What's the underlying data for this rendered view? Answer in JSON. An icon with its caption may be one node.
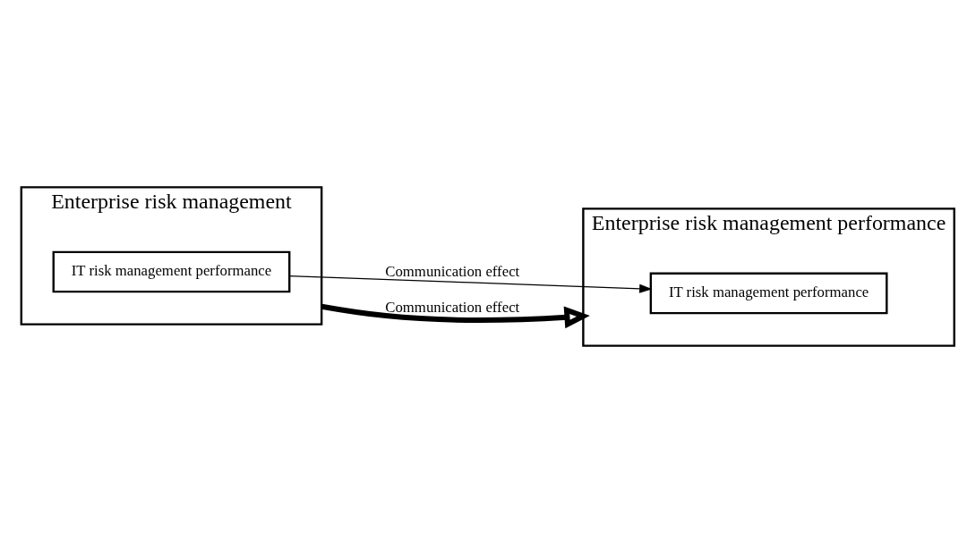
{
  "diagram": {
    "nodes": [
      {
        "text": [
          "Enterprise risk management"
        ]
      },
      {
        "text": [
          "IT risk management performance"
        ],
        "in": 0
      },
      {
        "text": [
          "Enterprise risk management performance"
        ]
      },
      {
        "text": [
          "IT risk management performance"
        ],
        "in": 2
      }
    ],
    "edges": [
      {
        "from": 1,
        "to": 3,
        "arrow": "to",
        "label": "Communication effect"
      },
      {
        "from": 0,
        "to": 2,
        "arrow": "to",
        "label": "Communication effect",
        "style": "thick"
      }
    ]
  }
}
